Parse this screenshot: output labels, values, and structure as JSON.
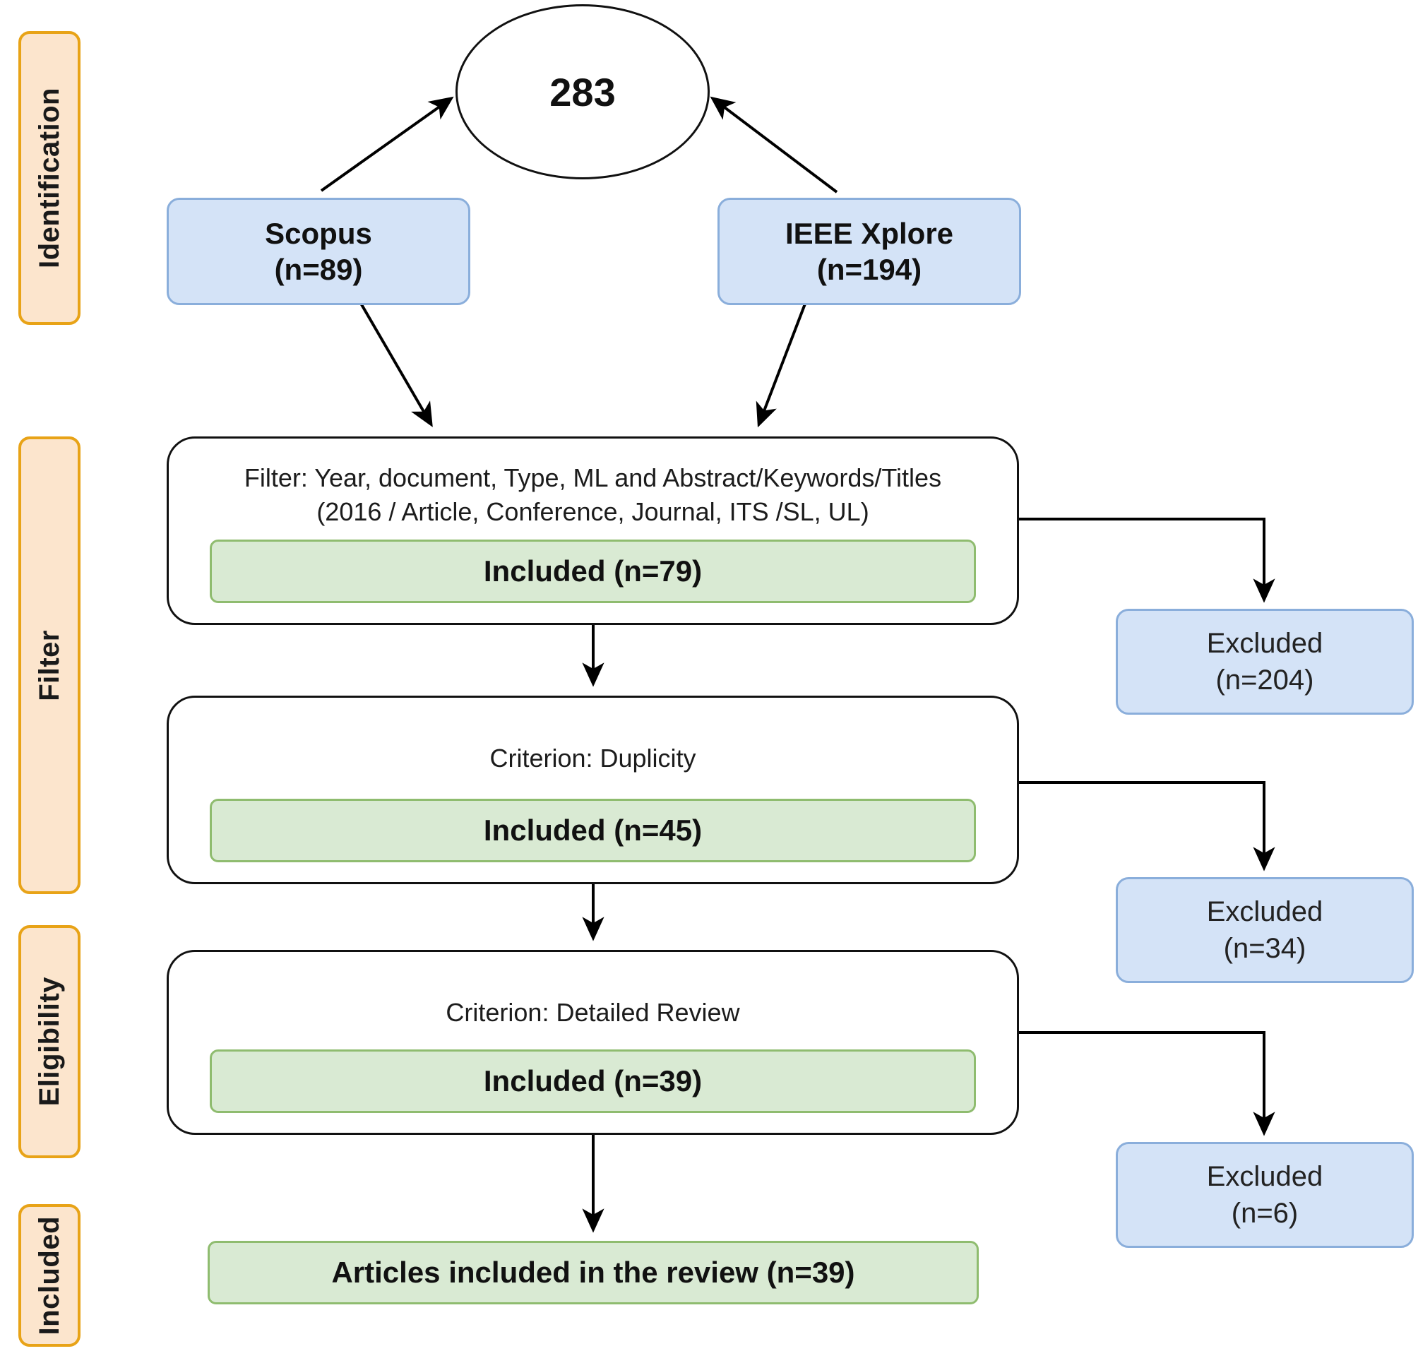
{
  "diagram": {
    "type": "prisma-flow-diagram",
    "colors": {
      "stage_label_fill": "#fce5cd",
      "stage_label_border": "#e8a317",
      "source_fill": "#d4e3f7",
      "source_border": "#8aaedb",
      "included_fill": "#d9ead3",
      "included_border": "#8fbc6f",
      "criterion_border": "#111111",
      "arrow": "#000000"
    }
  },
  "stages": [
    {
      "label": "Identification"
    },
    {
      "label": "Filter"
    },
    {
      "label": "Eligibility"
    },
    {
      "label": "Included"
    }
  ],
  "identification": {
    "total": "283",
    "sources": [
      {
        "name": "Scopus",
        "count": "(n=89)"
      },
      {
        "name": "IEEE Xplore",
        "count": "(n=194)"
      }
    ]
  },
  "steps": [
    {
      "criterion": "Filter: Year, document, Type, ML and Abstract/Keywords/Titles\n(2016 / Article, Conference, Journal, ITS /SL, UL)",
      "included": "Included (n=79)",
      "excluded_label": "Excluded",
      "excluded_count": "(n=204)"
    },
    {
      "criterion": "Criterion: Duplicity",
      "included": "Included (n=45)",
      "excluded_label": "Excluded",
      "excluded_count": "(n=34)"
    },
    {
      "criterion": "Criterion: Detailed Review",
      "included": "Included (n=39)",
      "excluded_label": "Excluded",
      "excluded_count": "(n=6)"
    }
  ],
  "final": {
    "label": "Articles included in the review (n=39)"
  }
}
